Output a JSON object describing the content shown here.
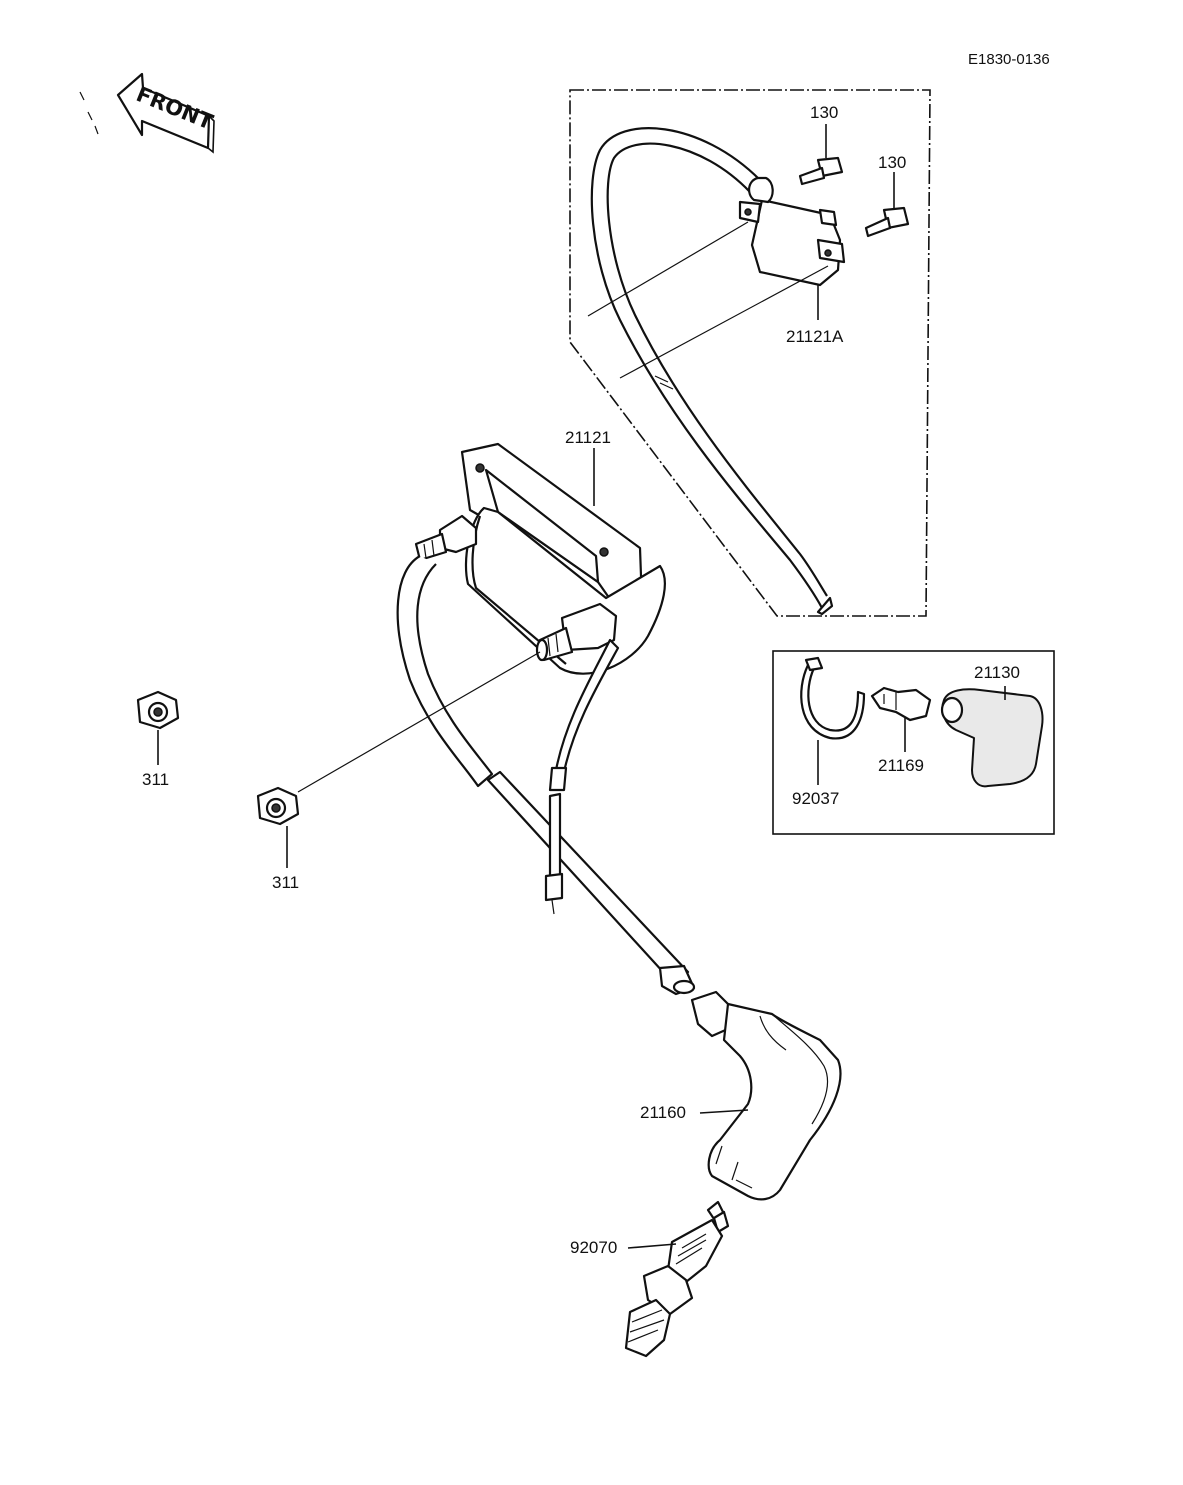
{
  "diagram_code": "E1830-0136",
  "front_label": "FRONT",
  "labels": {
    "bolt_130_a": "130",
    "bolt_130_b": "130",
    "coil_21121A": "21121A",
    "coil_21121": "21121",
    "cap_21130": "21130",
    "band_92037": "92037",
    "terminal_21169": "21169",
    "nut_311_a": "311",
    "nut_311_b": "311",
    "plug_cap_21160": "21160",
    "spark_plug_92070": "92070"
  }
}
